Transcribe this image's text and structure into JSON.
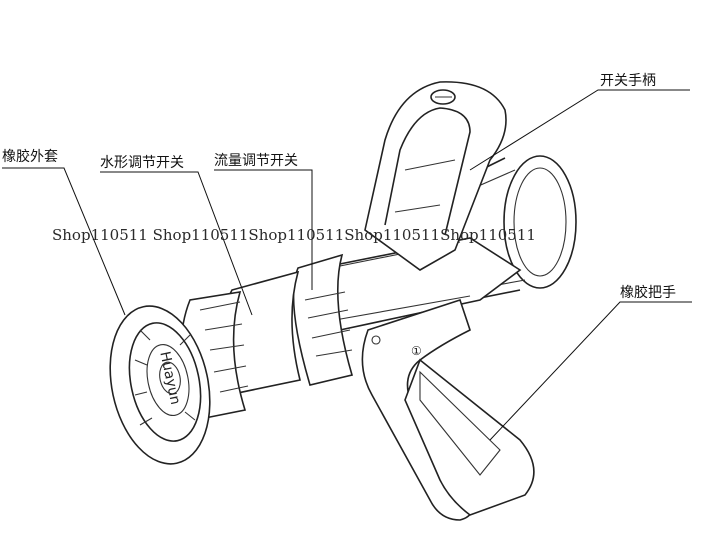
{
  "labels": {
    "rubber_sleeve": "橡胶外套",
    "water_shape_switch": "水形调节开关",
    "flow_switch": "流量调节开关",
    "switch_handle": "开关手柄",
    "rubber_grip": "橡胶把手"
  },
  "watermark": "Shop110511 Shop110511Shop110511Shop110511Shop110511",
  "nozzle_brand": "Huayun",
  "grip_mark": "①"
}
